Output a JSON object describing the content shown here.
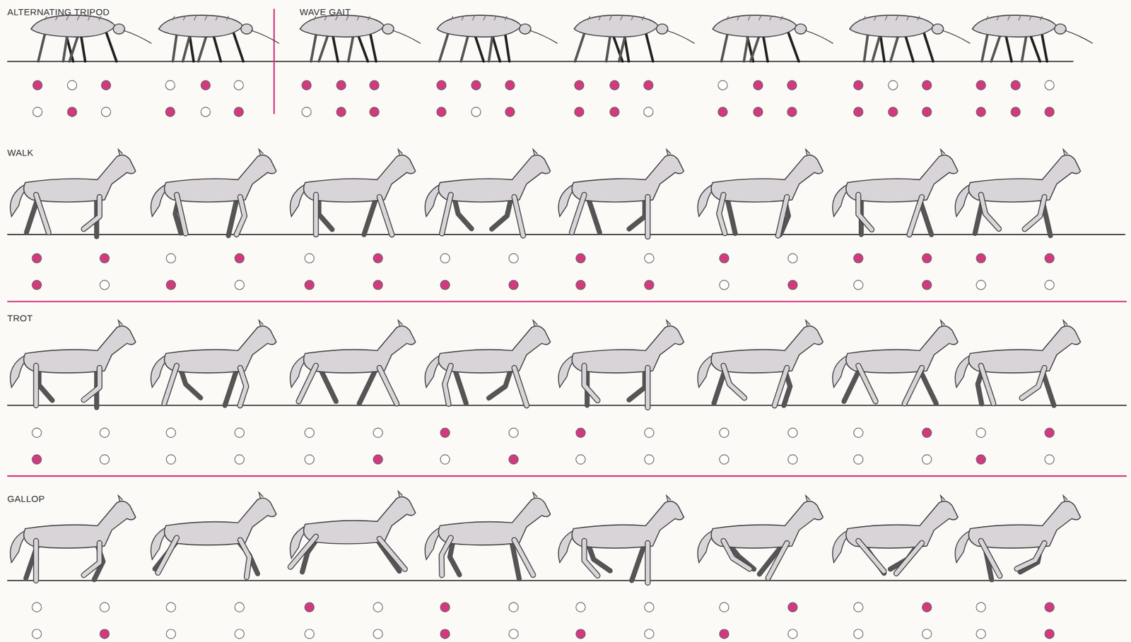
{
  "diagram": {
    "labels": [
      "ALTERNATING TRIPOD",
      "WAVE GAIT",
      "WALK",
      "TROT",
      "GALLOP"
    ]
  }
}
